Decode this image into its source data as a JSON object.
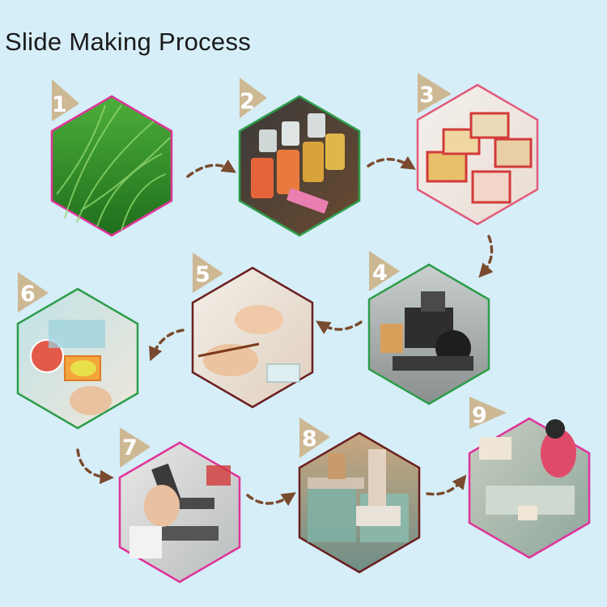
{
  "title": "Slide Making Process",
  "steps": [
    {
      "number": "1",
      "border": "#e0339a"
    },
    {
      "number": "2",
      "border": "#2e9d4a"
    },
    {
      "number": "3",
      "border": "#e25a7a"
    },
    {
      "number": "4",
      "border": "#2e9d4a"
    },
    {
      "number": "5",
      "border": "#6b1f1f"
    },
    {
      "number": "6",
      "border": "#2e9d4a"
    },
    {
      "number": "7",
      "border": "#e0339a"
    },
    {
      "number": "8",
      "border": "#6b1f1f"
    },
    {
      "number": "9",
      "border": "#e0339a"
    }
  ],
  "colors": {
    "background": "#d6eef8",
    "badge": "#cdb894",
    "arrow": "#7a4a2e"
  }
}
